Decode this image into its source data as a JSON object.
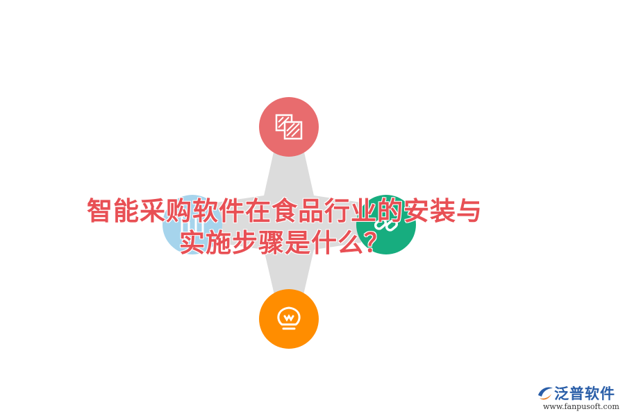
{
  "title": {
    "line1": "智能采购软件在食品行业的安装与",
    "line2": "实施步骤是什么？"
  },
  "nodes": [
    {
      "position": "top",
      "icon": "striped-squares-icon",
      "color": "#e86c6e"
    },
    {
      "position": "left",
      "icon": "bar-chart-icon",
      "color": "#a6d4ec"
    },
    {
      "position": "right",
      "icon": "link-icon",
      "color": "#17ad7f"
    },
    {
      "position": "bottom",
      "icon": "lightbulb-icon",
      "color": "#ff8d00"
    }
  ],
  "connector_color": "#dcdcdc",
  "logo": {
    "name": "泛普软件",
    "url": "www.fanpusoft.com"
  }
}
